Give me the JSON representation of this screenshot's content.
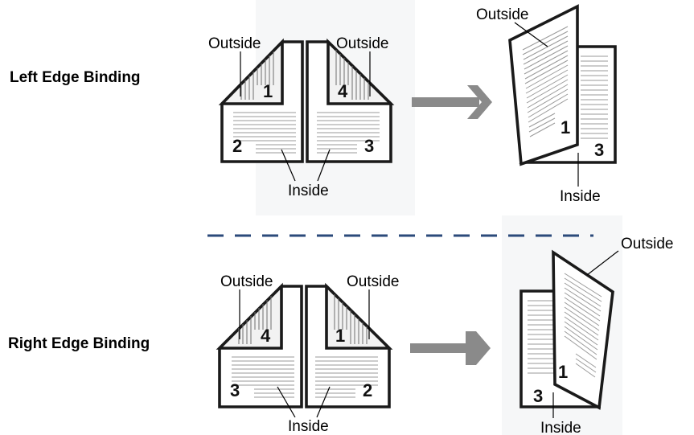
{
  "sections": [
    {
      "title": "Left Edge Binding",
      "flat_sheet": {
        "outside_left_label": "Outside",
        "outside_right_label": "Outside",
        "inside_label": "Inside",
        "page_top_left": "1",
        "page_top_right": "4",
        "page_bottom_left": "2",
        "page_bottom_right": "3"
      },
      "folded_booklet": {
        "outside_label": "Outside",
        "inside_label": "Inside",
        "front_page": "1",
        "back_page": "3"
      }
    },
    {
      "title": "Right Edge Binding",
      "flat_sheet": {
        "outside_left_label": "Outside",
        "outside_right_label": "Outside",
        "inside_label": "Inside",
        "page_top_left": "4",
        "page_top_right": "1",
        "page_bottom_left": "3",
        "page_bottom_right": "2"
      },
      "folded_booklet": {
        "outside_label": "Outside",
        "inside_label": "Inside",
        "front_page": "1",
        "back_page": "3"
      }
    }
  ],
  "divider": {
    "style": "dashed",
    "color": "#2b4a7a"
  },
  "arrow": {
    "color": "#8a8a8a",
    "icon": "right-arrow-icon"
  }
}
